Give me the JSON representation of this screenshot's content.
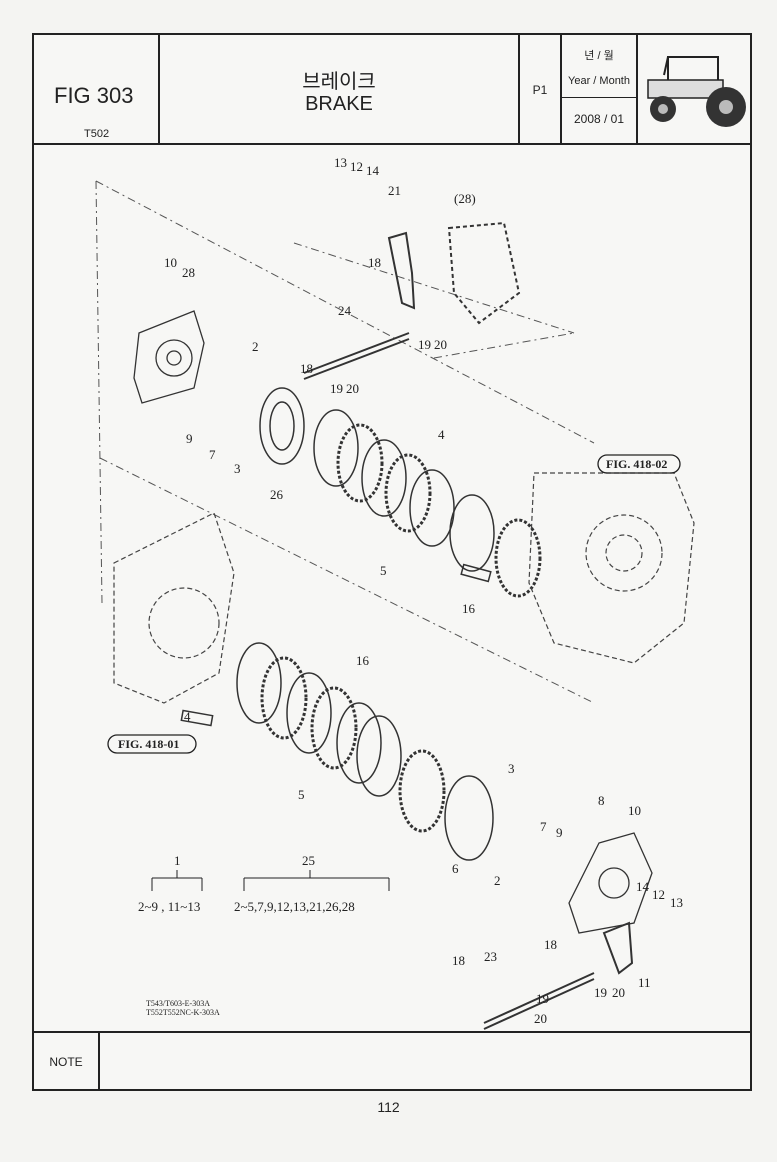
{
  "header": {
    "figure": "FIG 303",
    "model": "T502",
    "title_ko": "브레이크",
    "title_en": "BRAKE",
    "page": "P1",
    "year_month_ko": "년 / 월",
    "year_month_en": "Year / Month",
    "date": "2008 / 01"
  },
  "diagram": {
    "callouts": [
      "13",
      "12",
      "14",
      "21",
      "(28)",
      "10",
      "28",
      "18",
      "24",
      "19",
      "20",
      "18",
      "19",
      "20",
      "2",
      "9",
      "7",
      "3",
      "26",
      "4",
      "5",
      "16",
      "FIG. 418-02",
      "4",
      "16",
      "FIG. 418-01",
      "5",
      "3",
      "8",
      "10",
      "7",
      "9",
      "6",
      "2",
      "14",
      "12",
      "13",
      "11",
      "18",
      "23",
      "18",
      "19",
      "20",
      "19",
      "20"
    ],
    "sets": [
      {
        "number": "1",
        "contents": "2~9 , 11~13"
      },
      {
        "number": "25",
        "contents": "2~5,7,9,12,13,21,26,28"
      }
    ],
    "drawing_codes": [
      "T543/T603-E-303A",
      "T552T552NC-K-303A"
    ]
  },
  "note_label": "NOTE",
  "page_number": "112"
}
